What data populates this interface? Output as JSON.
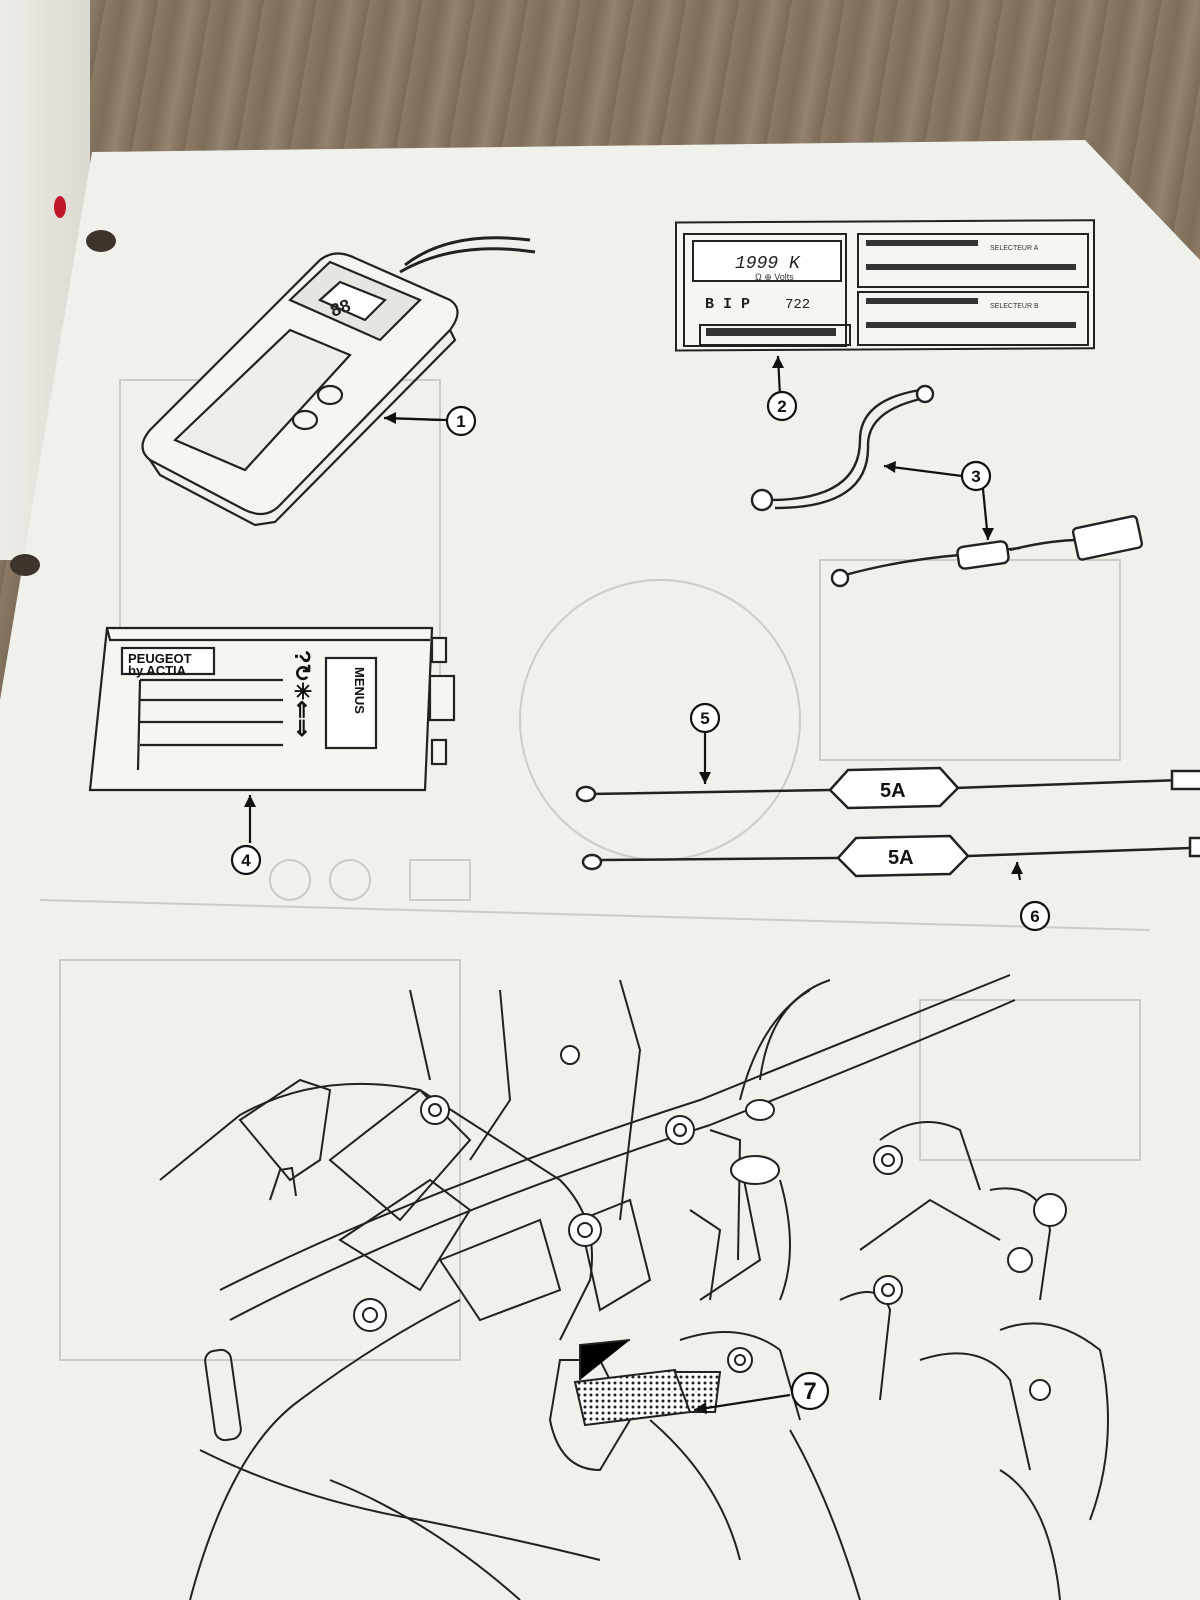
{
  "callouts": {
    "c1": "1",
    "c2": "2",
    "c3": "3",
    "c4": "4",
    "c5": "5",
    "c6": "6",
    "c7": "7"
  },
  "tester_display": "88",
  "bip": {
    "display": "1999 K",
    "display_sub": "Ω ⊕ Volts",
    "model_left": "B I P",
    "model_right": "722",
    "selector_a": "SELECTEUR A",
    "selector_b": "SELECTEUR B"
  },
  "actia": {
    "brand_line1": "PEUGEOT",
    "brand_line2": "by ACTIA",
    "menus": "MENUS",
    "symbols": "?↻✳⇐⇒"
  },
  "fuses": {
    "fuse1": "5A",
    "fuse2": "5A"
  }
}
